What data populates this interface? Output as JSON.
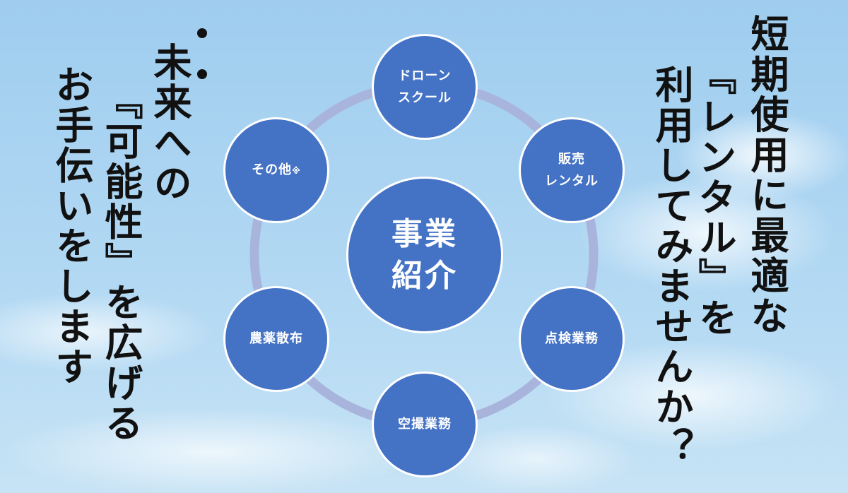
{
  "left_text": {
    "line1": "未来への",
    "line2": "『可能性』を広げる",
    "line3": "お手伝いをします"
  },
  "right_text": {
    "line1": "短期使用に最適な",
    "line2": "『レンタル』を",
    "line3": "利用してみませんか？"
  },
  "diagram": {
    "center": {
      "line1": "事業",
      "line2": "紹介"
    },
    "nodes": [
      {
        "line1": "ドローン",
        "line2": "スクール"
      },
      {
        "line1": "販売",
        "line2": "レンタル"
      },
      {
        "line1": "点検業務"
      },
      {
        "line1": "空撮業務"
      },
      {
        "line1": "農薬散布"
      },
      {
        "line1": "その他",
        "note": "※"
      }
    ],
    "colors": {
      "node": "#4472c4",
      "ring": "#a9b4dc"
    }
  }
}
